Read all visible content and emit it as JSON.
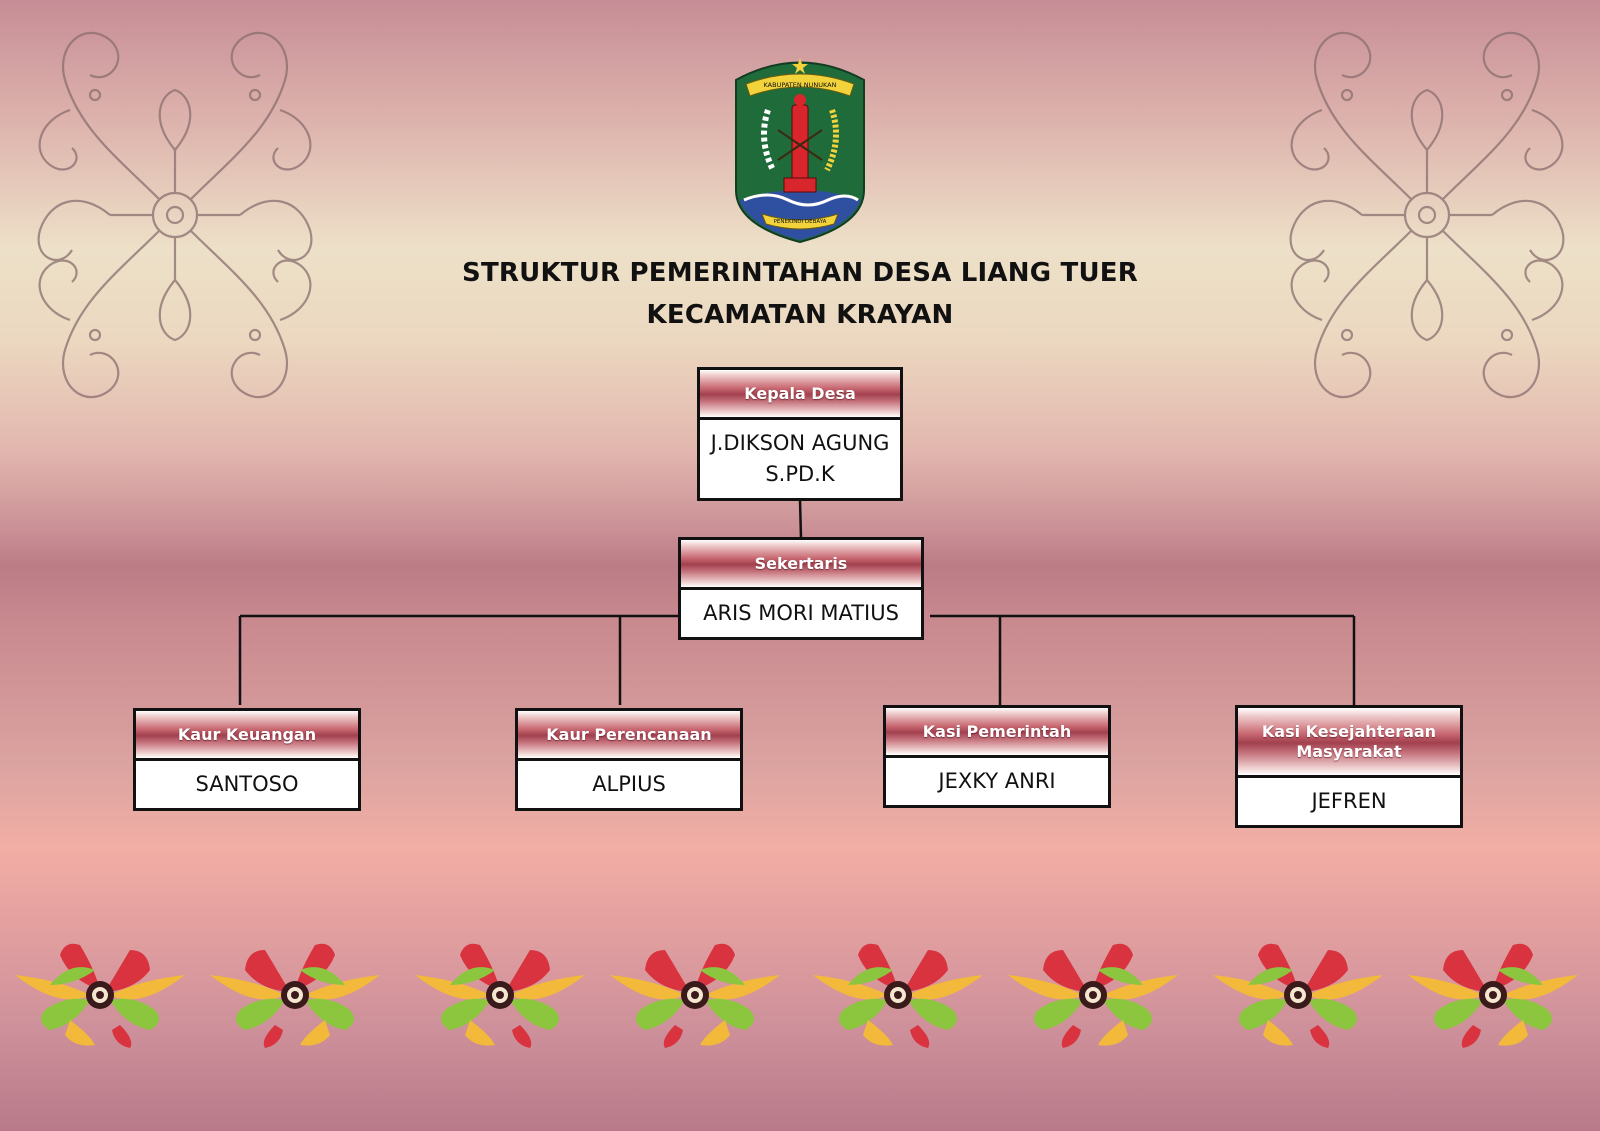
{
  "title": {
    "line1": "STRUKTUR PEMERINTAHAN DESA LIANG TUER",
    "line2": "KECAMATAN KRAYAN"
  },
  "logo": {
    "banner_top": "KABUPATEN NUNUKAN",
    "banner_bottom": "PENEKINDI DEBAYA"
  },
  "org": {
    "head": {
      "role": "Kepala Desa",
      "name_line1": "J.DIKSON AGUNG",
      "name_line2": "S.PD.K"
    },
    "secretary": {
      "role": "Sekertaris",
      "name": "ARIS MORI MATIUS"
    },
    "staff": [
      {
        "role": "Kaur Keuangan",
        "name": "SANTOSO"
      },
      {
        "role": "Kaur Perencanaan",
        "name": "ALPIUS"
      },
      {
        "role": "Kasi Pemerintah",
        "name": "JEXKY ANRI"
      },
      {
        "role_line1": "Kasi Kesejahteraan",
        "role_line2": "Masyarakat",
        "name": "JEFREN"
      }
    ]
  },
  "colors": {
    "header_band": "#a2404e",
    "border": "#111111",
    "flower_red": "#d8333f",
    "flower_green": "#8cc63f",
    "flower_yellow": "#f2b93b"
  }
}
